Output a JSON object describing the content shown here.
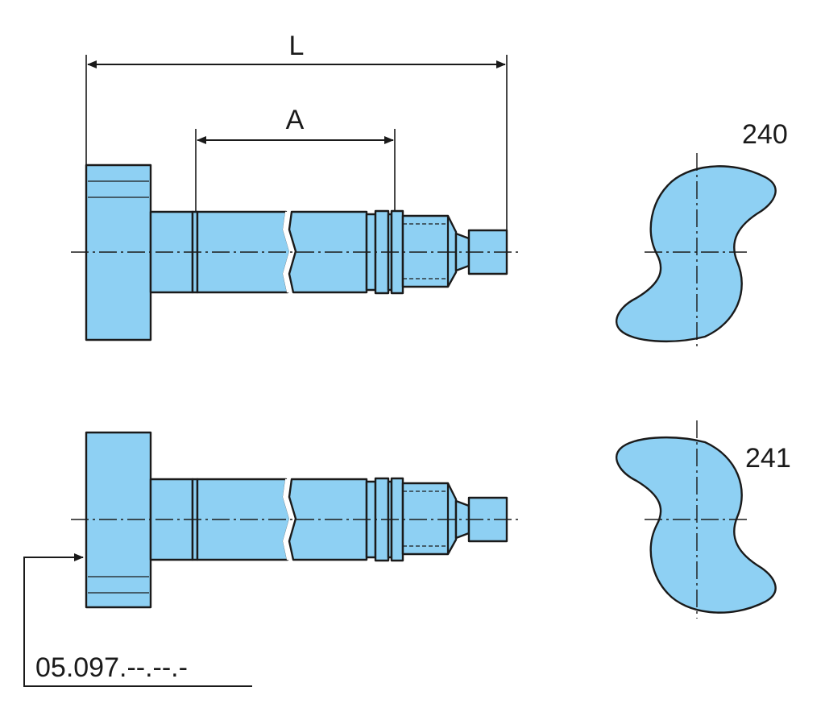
{
  "dimensions": {
    "overall_length_label": "L",
    "partial_length_label": "A"
  },
  "cam_profiles": {
    "upper_label": "240",
    "lower_label": "241"
  },
  "part_reference": {
    "number": "05.097.--.--.-"
  },
  "colors": {
    "part_fill": "#8ed0f3",
    "line": "#1a1a1a",
    "background": "#ffffff"
  }
}
